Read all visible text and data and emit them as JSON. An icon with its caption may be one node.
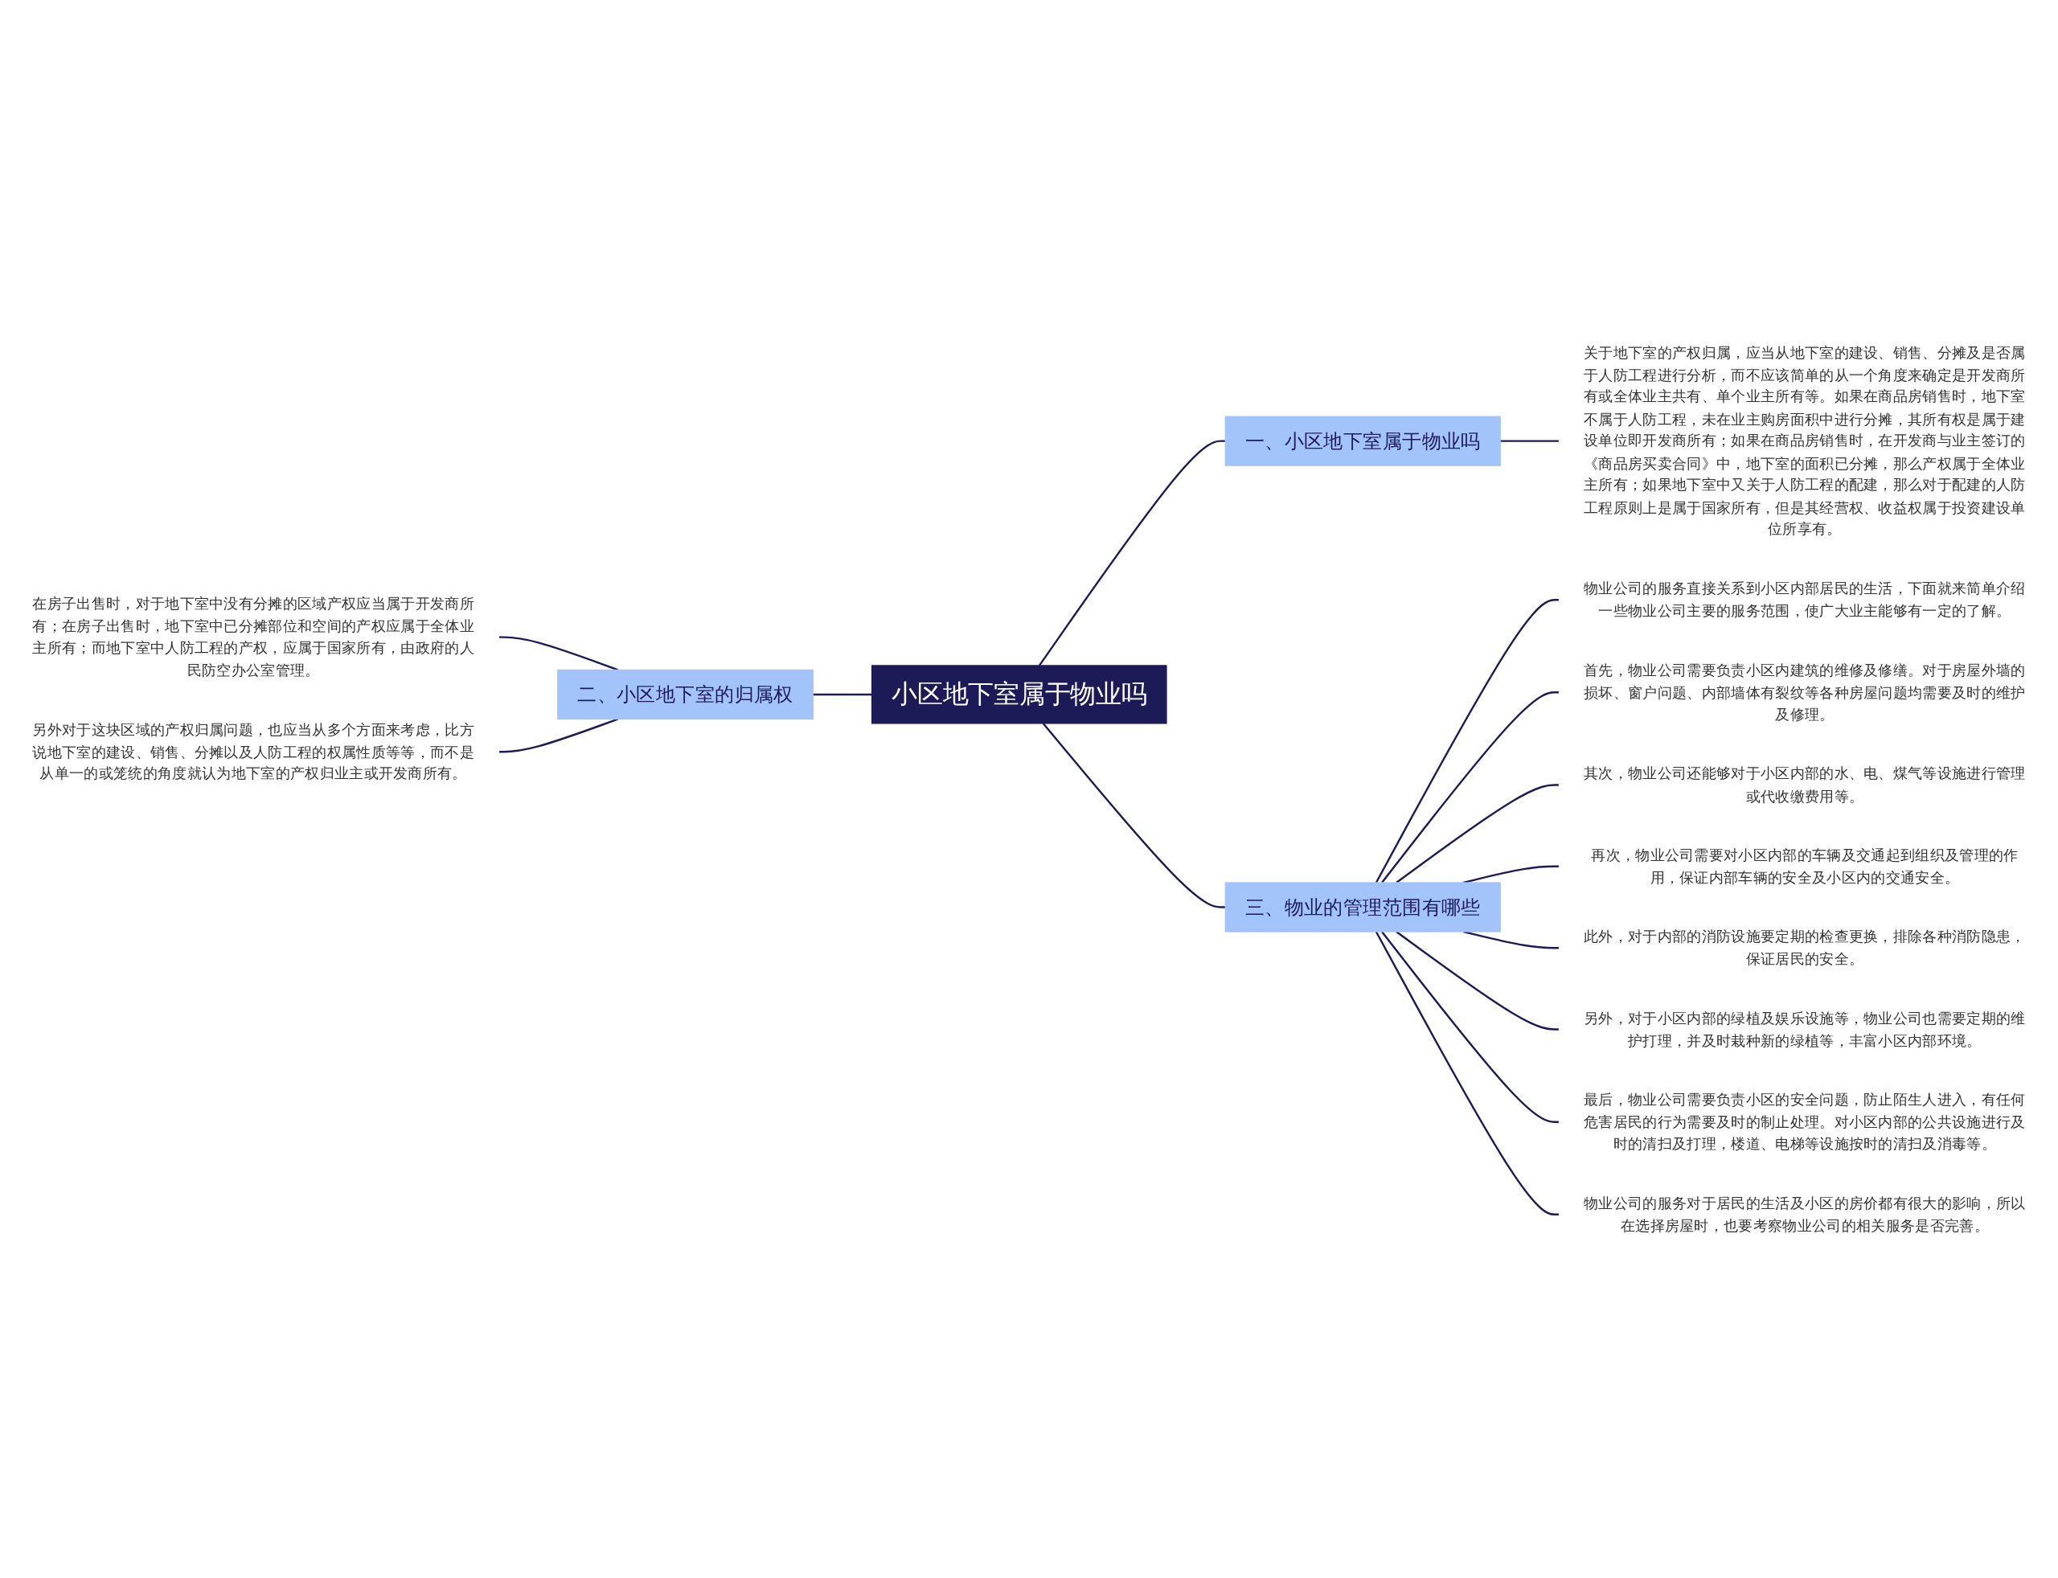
{
  "diagram": {
    "nodes": [
      {
        "text": [
          "小区地下室属于物业吗"
        ]
      },
      {
        "text": [
          "一、小区地下室属于物业吗"
        ]
      },
      {
        "text": [
          "关于地下室的产权归属，应当从地下室的建设、销售、分摊及是否属于人防工程进行分析，而不应该简单的从一个角度来确定是开发商所有或全体业主共有、单个业主所有等。如果在商品房销售时，地下室不属于人防工程，未在业主购房面积中进行分摊，其所有权是属于建设单位即开发商所有；如果在商品房销售时，在开发商与业主签订的《商品房买卖合同》中，地下室的面积已分摊，那么产权属于全体业主所有；如果地下室中又关于人防工程的配建，那么对于配建的人防工程原则上是属于国家所有，但是其经营权、收益权属于投资建设单位所享有。"
        ]
      },
      {
        "text": [
          "二、小区地下室的归属权"
        ]
      },
      {
        "text": [
          "在房子出售时，对于地下室中没有分摊的区域产权应当属于开发商所有；在房子出售时，地下室中已分摊部位和空间的产权应属于全体业主所有；而地下室中人防工程的产权，应属于国家所有，由政府的人民防空办公室管理。"
        ]
      },
      {
        "text": [
          "另外对于这块区域的产权归属问题，也应当从多个方面来考虑，比方说地下室的建设、销售、分摊以及人防工程的权属性质等等，而不是从单一的或笼统的角度就认为地下室的产权归业主或开发商所有。"
        ]
      },
      {
        "text": [
          "三、物业的管理范围有哪些"
        ]
      },
      {
        "text": [
          "物业公司的服务直接关系到小区内部居民的生活，下面就来简单介绍一些物业公司主要的服务范围，使广大业主能够有一定的了解。"
        ]
      },
      {
        "text": [
          "首先，物业公司需要负责小区内建筑的维修及修缮。对于房屋外墙的损坏、窗户问题、内部墙体有裂纹等各种房屋问题均需要及时的维护及修理。"
        ]
      },
      {
        "text": [
          "其次，物业公司还能够对于小区内部的水、电、煤气等设施进行管理或代收缴费用等。"
        ]
      },
      {
        "text": [
          "再次，物业公司需要对小区内部的车辆及交通起到组织及管理的作用，保证内部车辆的安全及小区内的交通安全。"
        ]
      },
      {
        "text": [
          "此外，对于内部的消防设施要定期的检查更换，排除各种消防隐患，保证居民的安全。"
        ]
      },
      {
        "text": [
          "另外，对于小区内部的绿植及娱乐设施等，物业公司也需要定期的维护打理，并及时栽种新的绿植等，丰富小区内部环境。"
        ]
      },
      {
        "text": [
          "最后，物业公司需要负责小区的安全问题，防止陌生人进入，有任何危害居民的行为需要及时的制止处理。对小区内部的公共设施进行及时的清扫及打理，楼道、电梯等设施按时的清扫及消毒等。"
        ]
      },
      {
        "text": [
          "物业公司的服务对于居民的生活及小区的房价都有很大的影响，所以在选择房屋时，也要考察物业公司的相关服务是否完善。"
        ]
      }
    ],
    "edges": [
      {
        "from": 4,
        "to": 3,
        "arrow": "none"
      },
      {
        "from": 5,
        "to": 3,
        "arrow": "none"
      },
      {
        "from": 3,
        "to": 0,
        "arrow": "none"
      },
      {
        "from": 0,
        "to": 1,
        "arrow": "none"
      },
      {
        "from": 1,
        "to": 2,
        "arrow": "none"
      },
      {
        "from": 0,
        "to": 6,
        "arrow": "none"
      },
      {
        "from": 6,
        "to": 7,
        "arrow": "none"
      },
      {
        "from": 6,
        "to": 8,
        "arrow": "none"
      },
      {
        "from": 6,
        "to": 9,
        "arrow": "none"
      },
      {
        "from": 6,
        "to": 10,
        "arrow": "none"
      },
      {
        "from": 6,
        "to": 11,
        "arrow": "none"
      },
      {
        "from": 6,
        "to": 12,
        "arrow": "none"
      },
      {
        "from": 6,
        "to": 13,
        "arrow": "none"
      },
      {
        "from": 6,
        "to": 14,
        "arrow": "none"
      }
    ]
  }
}
